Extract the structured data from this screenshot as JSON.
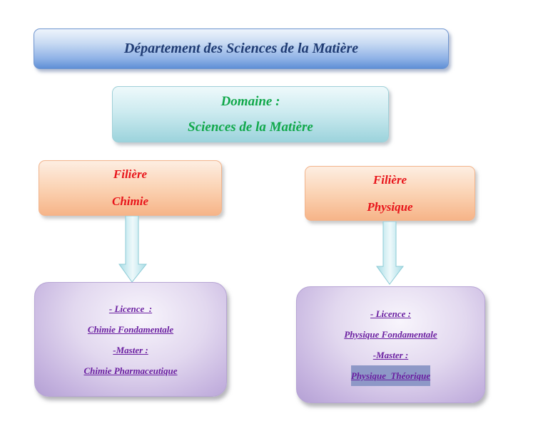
{
  "department": {
    "title": "Département des Sciences de la Matière"
  },
  "domain": {
    "line1": "Domaine :",
    "line2": "Sciences de la Matière"
  },
  "filiere_chimie": {
    "line1": "Filière",
    "line2": "Chimie"
  },
  "filiere_physique": {
    "line1": "Filière",
    "line2": "Physique"
  },
  "programs_chimie": {
    "licence_label": "- Licence  :",
    "licence_value": "Chimie Fondamentale",
    "master_label": "-Master :",
    "master_value": "Chimie Pharmaceutique"
  },
  "programs_physique": {
    "licence_label": "- Licence :",
    "licence_value": "Physique Fondamentale",
    "master_label": "-Master :",
    "master_value": "Physique  Théorique"
  },
  "colors": {
    "department_text": "#1f3b73",
    "domain_text": "#10a84a",
    "filiere_text": "#e8141a",
    "program_text": "#6a1ea0",
    "arrow_fill": "#cdeef4"
  }
}
